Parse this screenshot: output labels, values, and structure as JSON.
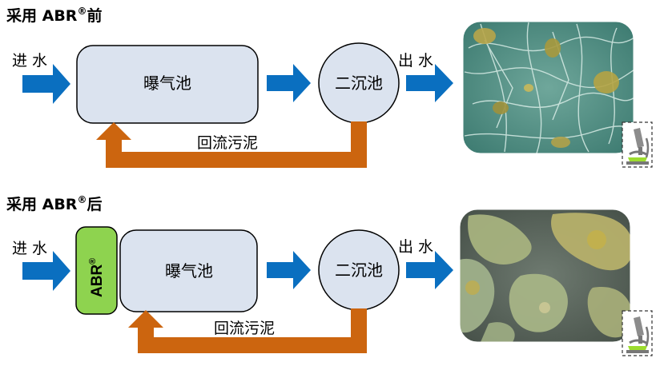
{
  "before": {
    "title": "采用 ABR",
    "title_sup": "®",
    "title_suffix": "前",
    "inflow": "进 水",
    "aeration_tank": "曝气池",
    "clarifier": "二沉池",
    "outflow": "出 水",
    "return_sludge": "回流污泥",
    "microscope_icon": "microscope-icon"
  },
  "after": {
    "title": "采用 ABR",
    "title_sup": "®",
    "title_suffix": "后",
    "inflow": "进 水",
    "abr_module": "ABR",
    "abr_sup": "®",
    "aeration_tank": "曝气池",
    "clarifier": "二沉池",
    "outflow": "出 水",
    "return_sludge": "回流污泥",
    "microscope_icon": "microscope-icon"
  },
  "colors": {
    "flow_arrow": "#0a6fc0",
    "return_arrow": "#cc650f",
    "tank_fill": "#dbe3ef",
    "abr_fill": "#8ed34f",
    "photo_before_bg": "#4a8a80",
    "photo_after_bg": "#57625a"
  }
}
